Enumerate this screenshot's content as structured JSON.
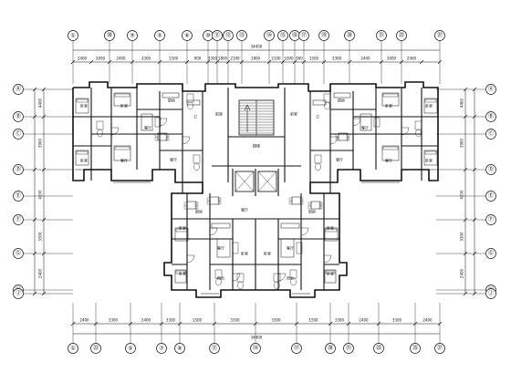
{
  "axes": {
    "top": [
      "①",
      "⑳",
      "④",
      "⑤",
      "⑥",
      "⑩",
      "⑪",
      "⑫",
      "⑬",
      "⑭",
      "⑮",
      "⑯",
      "⑰",
      "⑲",
      "⑳",
      "㉑",
      "㉒",
      "㉗"
    ],
    "bottom": [
      "①",
      "㉒",
      "⑤",
      "⑦",
      "⑧",
      "⑪",
      "⑭",
      "⑰",
      "⑳",
      "㉑",
      "㉓",
      "㉕",
      "㉗"
    ],
    "left": [
      "Ⓐ",
      "Ⓑ",
      "Ⓒ",
      "Ⓓ",
      "Ⓔ",
      "Ⓕ",
      "Ⓖ",
      "Ⓗ",
      "Ⓙ"
    ],
    "right": [
      "Ⓐ",
      "Ⓑ",
      "Ⓒ",
      "Ⓓ",
      "Ⓔ",
      "Ⓕ",
      "Ⓖ",
      "Ⓗ",
      "Ⓙ"
    ]
  },
  "dimensions": {
    "total": "34400",
    "top_segments": [
      "2400",
      "3000",
      "2400",
      "3300",
      "1500",
      "900",
      "3300",
      "1800",
      "2100",
      "1800",
      "2100",
      "3300",
      "900",
      "1500",
      "3300",
      "2400",
      "3000",
      "2400"
    ],
    "bottom_segments": [
      "2400",
      "3300",
      "2400",
      "3300",
      "1500",
      "3300",
      "3300",
      "1500",
      "3300",
      "2400",
      "3300",
      "2400"
    ],
    "left_segments": [
      "4400",
      "3900",
      "4200",
      "3300",
      "2400"
    ],
    "right_segments": [
      "4400",
      "3900",
      "4200",
      "3300",
      "2400"
    ]
  },
  "rooms": {
    "bedroom": "卧室",
    "living": "客厅",
    "dining": "餐厅",
    "kitchen": "厨房",
    "toilet": "卫",
    "balcony": "阳台",
    "lobby": "前室",
    "stair": "楼梯"
  },
  "colors": {
    "line": "#111111",
    "paper": "#ffffff"
  }
}
